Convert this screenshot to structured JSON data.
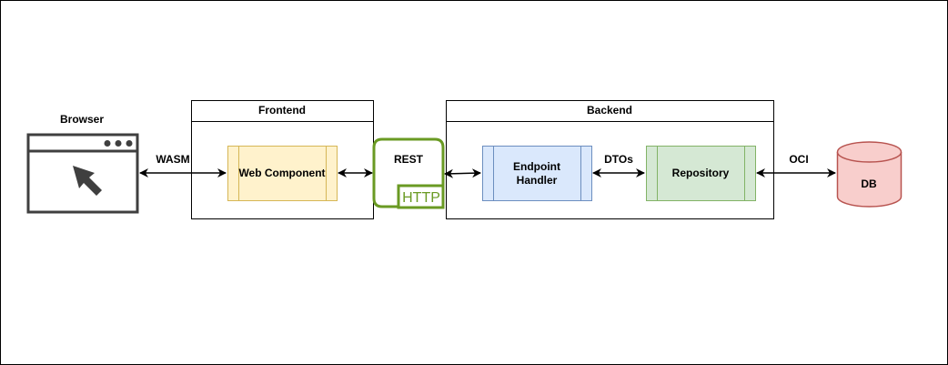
{
  "diagram": {
    "browser": {
      "label": "Browser",
      "icon": "browser-window-cursor-icon"
    },
    "frontend": {
      "title": "Frontend",
      "component": "Web Component"
    },
    "backend": {
      "title": "Backend",
      "endpoint_line1": "Endpoint",
      "endpoint_line2": "Handler",
      "repository": "Repository"
    },
    "rest": {
      "label": "REST",
      "badge": "HTTP"
    },
    "db": {
      "label": "DB"
    },
    "edges": {
      "wasm": "WASM",
      "dtos": "DTOs",
      "oci": "OCI"
    }
  },
  "colors": {
    "yellow_fill": "#fff2cc",
    "yellow_stroke": "#d6b656",
    "blue_fill": "#dae8fc",
    "blue_stroke": "#6c8ebf",
    "green_fill": "#d5e8d4",
    "green_stroke": "#82b366",
    "red_fill": "#f8cecc",
    "red_stroke": "#b85450",
    "http_green": "#6a9a23",
    "icon_gray": "#3f3f3f"
  }
}
